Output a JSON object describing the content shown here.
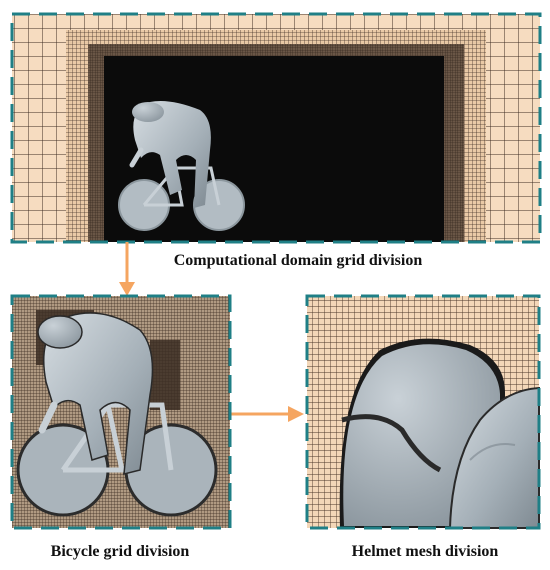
{
  "captions": {
    "domain": "Computational domain grid division",
    "bicycle": "Bicycle grid division",
    "helmet": "Helmet mesh division"
  },
  "colors": {
    "mesh_background": "#f6dcc0",
    "mesh_line": "#3d2c22",
    "dense_mesh": "#0b0b0b",
    "frame_dashes": "#1f7f86",
    "arrow": "#f5a560",
    "model_surface": "#a9b3ba"
  },
  "icons": [
    "down-arrow-icon",
    "right-arrow-icon"
  ]
}
